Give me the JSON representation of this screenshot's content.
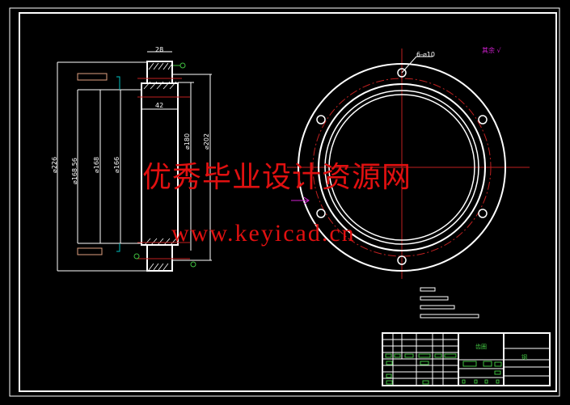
{
  "drawing": {
    "dimensions": {
      "d_top_width": "28",
      "d_bore_width": "42",
      "d_226": "⌀226",
      "d_168_56": "⌀168.56",
      "d_168": "⌀168",
      "d_166": "⌀166",
      "d_180": "⌀180",
      "d_202": "⌀202",
      "hole_note": "6-⌀10"
    },
    "roughness_note": "其余 √",
    "title_block": {
      "name": "齿圈",
      "material": "钢"
    },
    "colors": {
      "line": "#ffffff",
      "center": "#c02020",
      "dim": "#00c0c0",
      "note": "#d020d0",
      "green": "#40c040"
    }
  },
  "watermark": {
    "cn": "优秀毕业设计资源网",
    "url": "www.keyicad.cn"
  }
}
